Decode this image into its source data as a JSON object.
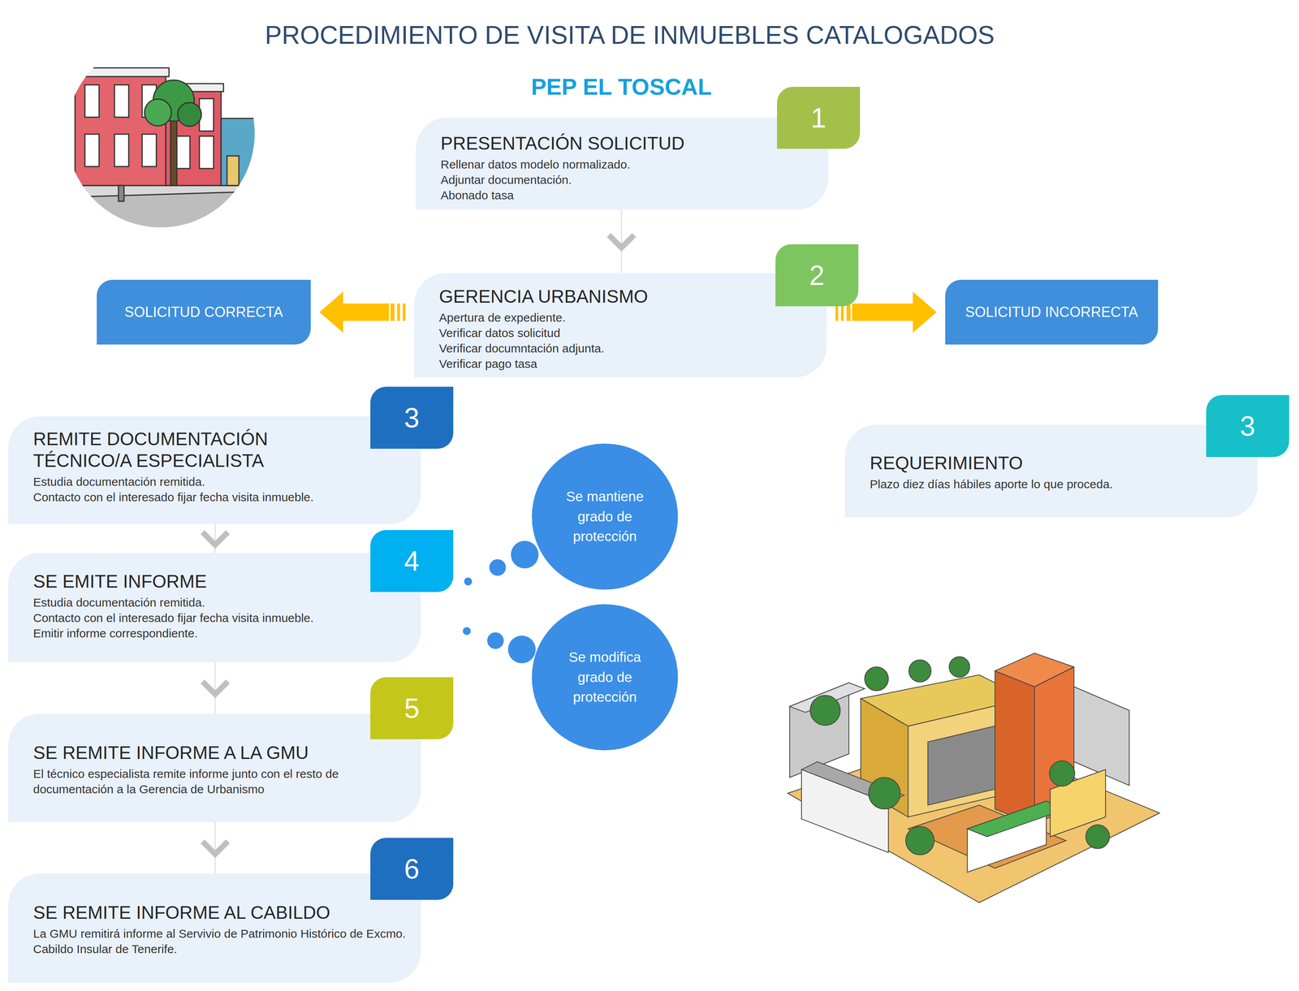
{
  "diagram": {
    "title": "PROCEDIMIENTO DE VISITA DE INMUEBLES CATALOGADOS",
    "nodes": [
      {
        "text": [
          "PRESENTACIÓN SOLICITUD",
          "Rellenar datos modelo normalizado.",
          "Adjuntar documentación.",
          "Abonado tasa"
        ]
      },
      {
        "text": [
          "1"
        ],
        "in": 0
      },
      {
        "text": [
          "GERENCIA URBANISMO",
          "Apertura de expediente.",
          "Verificar datos solicitud",
          "Verificar documntación adjunta.",
          "Verificar pago tasa"
        ]
      },
      {
        "text": [
          "2"
        ],
        "in": 2
      },
      {
        "text": [
          "SOLICITUD CORRECTA"
        ]
      },
      {
        "text": [
          "SOLICITUD INCORRECTA"
        ]
      },
      {
        "text": [
          "REMITE DOCUMENTACIÓN TÉCNICO/A ESPECIALISTA",
          "Estudia documentación remitida.",
          "Contacto con el interesado fijar fecha visita inmueble."
        ]
      },
      {
        "text": [
          "3"
        ],
        "in": 6
      },
      {
        "text": [
          "REQUERIMIENTO",
          "Plazo diez días hábiles aporte lo que proceda."
        ]
      },
      {
        "text": [
          "3"
        ],
        "in": 8
      },
      {
        "text": [
          "SE EMITE INFORME",
          "Estudia documentación remitida.",
          "Contacto con el interesado fijar fecha visita inmueble.",
          "Emitir informe correspondiente."
        ]
      },
      {
        "text": [
          "4"
        ],
        "in": 10
      },
      {
        "text": [
          "Se mantiene grado de protección"
        ]
      },
      {
        "text": [
          "Se modifica grado de protección"
        ]
      },
      {
        "text": [
          "SE REMITE INFORME A LA GMU",
          "El técnico especialista remite informe junto con el resto de documentación a la Gerencia de Urbanismo"
        ]
      },
      {
        "text": [
          "5"
        ],
        "in": 14
      },
      {
        "text": [
          "SE REMITE INFORME AL CABILDO",
          "La GMU remitirá informe al Servivio de Patrimonio Histórico de Excmo. Cabildo Insular de Tenerife."
        ]
      },
      {
        "text": [
          "6"
        ],
        "in": 16
      }
    ],
    "edges": [
      {
        "from": 0,
        "to": 2,
        "arrow": "to"
      },
      {
        "from": 2,
        "to": 4,
        "arrow": "to"
      },
      {
        "from": 2,
        "to": 5,
        "arrow": "to"
      },
      {
        "from": 6,
        "to": 10,
        "arrow": "to"
      },
      {
        "from": 10,
        "to": 14,
        "arrow": "to"
      },
      {
        "from": 14,
        "to": 16,
        "arrow": "to"
      },
      {
        "from": 10,
        "to": 12,
        "arrow": "none"
      },
      {
        "from": 10,
        "to": 13,
        "arrow": "none"
      }
    ],
    "labels": [
      "PEP EL TOSCAL"
    ]
  }
}
